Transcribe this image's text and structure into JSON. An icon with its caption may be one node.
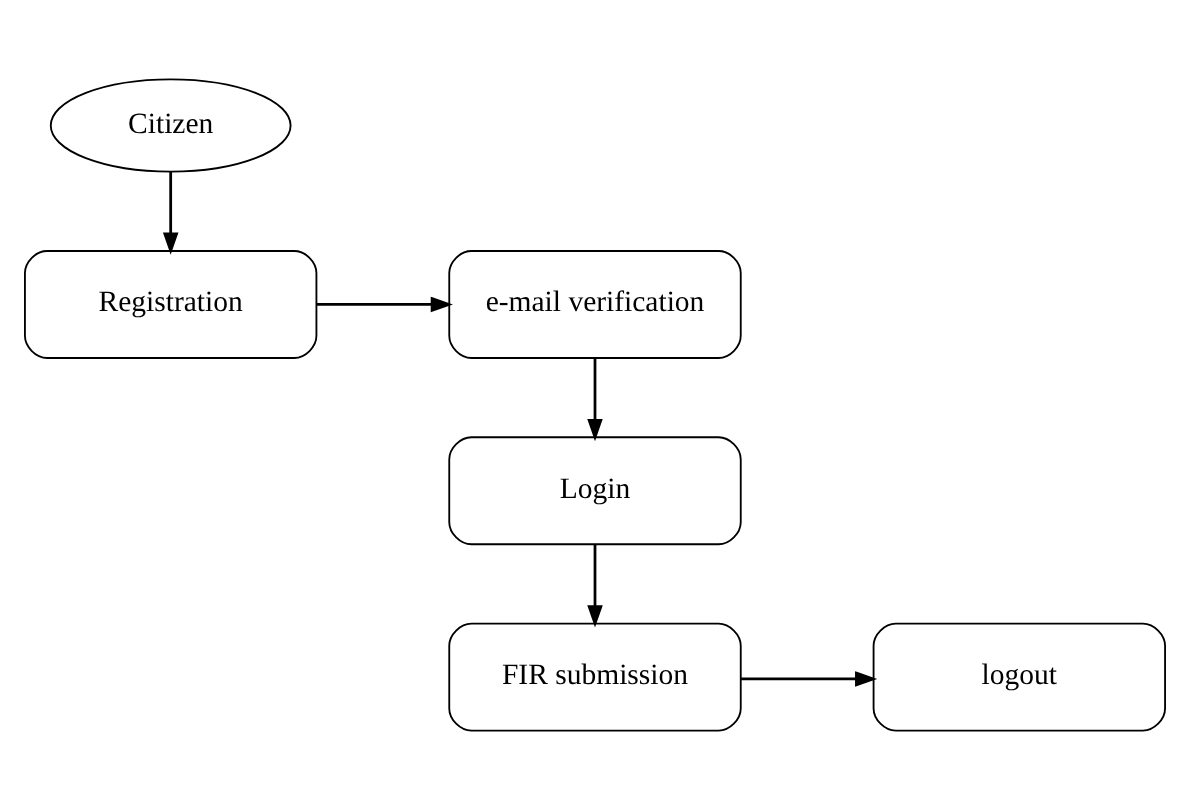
{
  "diagram": {
    "nodes": [
      {
        "text": [
          "Citizen"
        ]
      },
      {
        "text": [
          "Registration"
        ]
      },
      {
        "text": [
          "e-mail verification"
        ]
      },
      {
        "text": [
          "Login"
        ]
      },
      {
        "text": [
          "FIR submission"
        ]
      },
      {
        "text": [
          "logout"
        ]
      }
    ],
    "edges": [
      {
        "from": 0,
        "to": 1,
        "arrow": "to"
      },
      {
        "from": 1,
        "to": 2,
        "arrow": "to"
      },
      {
        "from": 2,
        "to": 3,
        "arrow": "to"
      },
      {
        "from": 3,
        "to": 4,
        "arrow": "to"
      },
      {
        "from": 4,
        "to": 5,
        "arrow": "to"
      }
    ]
  }
}
